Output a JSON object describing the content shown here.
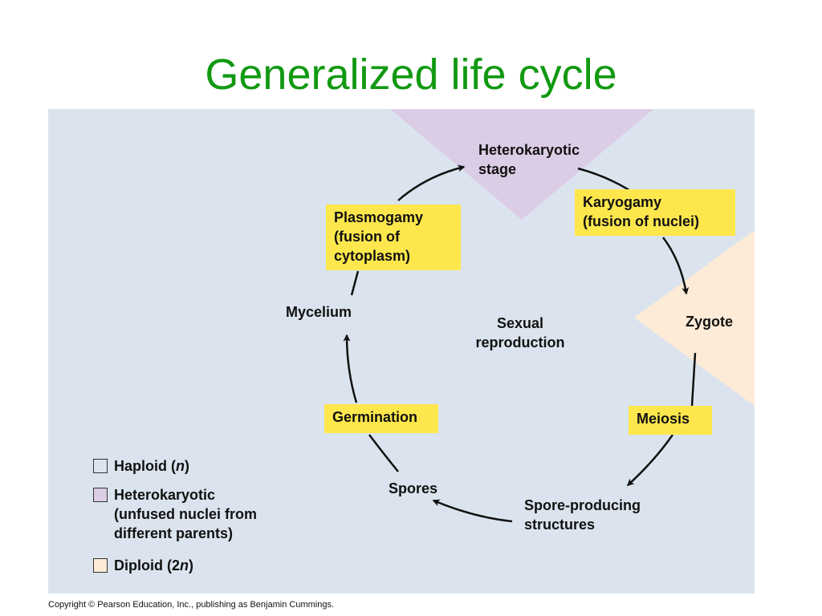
{
  "title": "Generalized life cycle",
  "stages": {
    "heterokaryotic": "Heterokaryotic\nstage",
    "zygote": "Zygote",
    "spore_producing": "Spore-producing\nstructures",
    "spores": "Spores",
    "mycelium": "Mycelium"
  },
  "processes": {
    "plasmogamy": "Plasmogamy\n(fusion of\ncytoplasm)",
    "karyogamy": "Karyogamy\n(fusion of nuclei)",
    "meiosis": "Meiosis",
    "germination": "Germination"
  },
  "center_label": "Sexual\nreproduction",
  "legend": {
    "haploid_label": "Haploid (",
    "haploid_symbol": "n",
    "haploid_close": ")",
    "heterokaryotic": "Heterokaryotic\n(unfused nuclei from\ndifferent parents)",
    "diploid_label": "Diploid (2",
    "diploid_symbol": "n",
    "diploid_close": ")"
  },
  "colors": {
    "title": "#119911",
    "panel": "#dbe4ee",
    "heterokaryotic_fill": "#dccde6",
    "diploid_fill": "#fdebd7",
    "haploid_fill": "#dbe4ee",
    "label_box": "#fde74c"
  },
  "copyright": "Copyright © Pearson Education, Inc., publishing as Benjamin Cummings."
}
